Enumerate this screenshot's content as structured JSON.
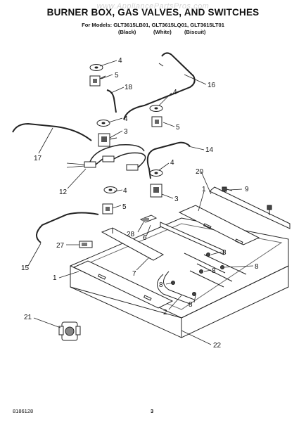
{
  "header": {
    "watermark": "www.AppliancePartsPros.com",
    "title": "BURNER BOX, GAS VALVES, AND SWITCHES",
    "models_line": "For Models: GLT3615LB01, GLT3615LQ01, GLT3615LT01",
    "color_labels": [
      "(Black)",
      "(White)",
      "(Biscuit)"
    ]
  },
  "callouts": [
    {
      "id": "c4a",
      "label": "4"
    },
    {
      "id": "c5a",
      "label": "5"
    },
    {
      "id": "c18",
      "label": "18"
    },
    {
      "id": "c16",
      "label": "16"
    },
    {
      "id": "c4b",
      "label": "4"
    },
    {
      "id": "c5b",
      "label": "5"
    },
    {
      "id": "c4c",
      "label": "4"
    },
    {
      "id": "c3a",
      "label": "3"
    },
    {
      "id": "c17",
      "label": "17"
    },
    {
      "id": "c14",
      "label": "14"
    },
    {
      "id": "c4d",
      "label": "4"
    },
    {
      "id": "c20",
      "label": "20"
    },
    {
      "id": "c12",
      "label": "12"
    },
    {
      "id": "c3b",
      "label": "3"
    },
    {
      "id": "c9",
      "label": "9"
    },
    {
      "id": "c1a",
      "label": "1"
    },
    {
      "id": "c4e",
      "label": "4"
    },
    {
      "id": "c5c",
      "label": "5"
    },
    {
      "id": "c28",
      "label": "28"
    },
    {
      "id": "c6",
      "label": "6"
    },
    {
      "id": "c27",
      "label": "27"
    },
    {
      "id": "c8a",
      "label": "8"
    },
    {
      "id": "c8b",
      "label": "8"
    },
    {
      "id": "c15",
      "label": "15"
    },
    {
      "id": "c7",
      "label": "7"
    },
    {
      "id": "c8c",
      "label": "8"
    },
    {
      "id": "c1b",
      "label": "1"
    },
    {
      "id": "c8d",
      "label": "8"
    },
    {
      "id": "c2",
      "label": "2"
    },
    {
      "id": "c8e",
      "label": "8"
    },
    {
      "id": "c21",
      "label": "21"
    },
    {
      "id": "c22",
      "label": "22"
    }
  ],
  "footer": {
    "part_number": "8186128",
    "page_number": "3"
  }
}
